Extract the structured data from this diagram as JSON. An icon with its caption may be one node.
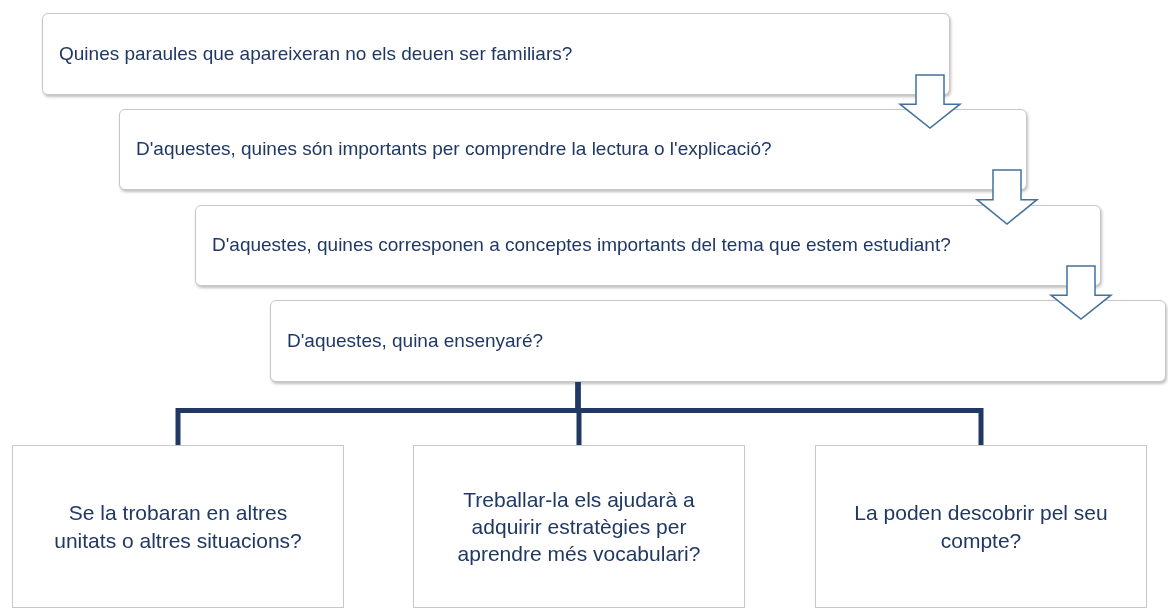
{
  "diagram": {
    "nodes": [
      {
        "text": [
          "Quines paraules que apareixeran no els deuen ser familiars?"
        ]
      },
      {
        "text": [
          "D'aquestes, quines són importants per comprendre la lectura o l'explicació?"
        ]
      },
      {
        "text": [
          "D'aquestes, quines corresponen a conceptes importants del tema que estem estudiant?"
        ]
      },
      {
        "text": [
          "D'aquestes, quina ensenyaré?"
        ]
      },
      {
        "text": [
          "Se la trobaran en altres unitats o altres situacions?"
        ]
      },
      {
        "text": [
          "Treballar-la els ajudarà a adquirir estratègies per aprendre més vocabulari?"
        ]
      },
      {
        "text": [
          "La poden descobrir pel seu compte?"
        ]
      }
    ],
    "edges": [
      {
        "from": 0,
        "to": 1,
        "arrow": "to",
        "color": "#41719c"
      },
      {
        "from": 1,
        "to": 2,
        "arrow": "to",
        "color": "#41719c"
      },
      {
        "from": 2,
        "to": 3,
        "arrow": "to",
        "color": "#41719c"
      },
      {
        "from": 3,
        "to": 4,
        "arrow": "none",
        "color": "#1f3864"
      },
      {
        "from": 3,
        "to": 5,
        "arrow": "none",
        "color": "#1f3864"
      },
      {
        "from": 3,
        "to": 6,
        "arrow": "none",
        "color": "#1f3864"
      }
    ]
  }
}
